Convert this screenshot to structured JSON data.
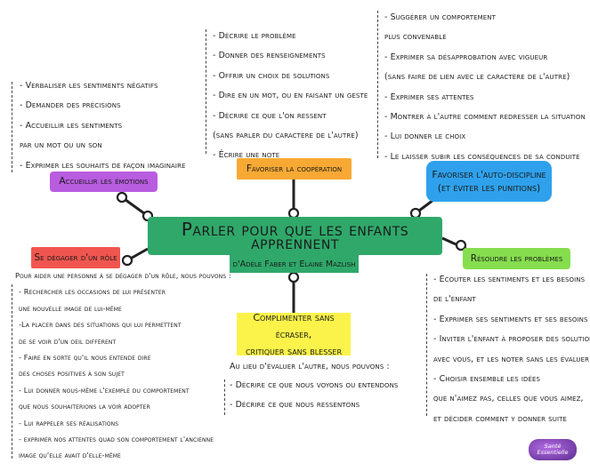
{
  "central": {
    "title": "Parler pour que les enfants apprennent",
    "subtitle": "d'Adèle Faber et Elaine Mazlish"
  },
  "branches": {
    "accueillir": {
      "label": "Accueillir les émotions",
      "items": [
        "- Verbaliser les sentiments négatifs",
        "- Demander des précisions",
        "- Accueillir les sentiments",
        "par un mot ou un son",
        "- Exprimer les souhaits de façon imaginaire"
      ]
    },
    "cooperation": {
      "label": "Favoriser la coopération",
      "items": [
        "- Décrire le problème",
        "- Donner des renseignements",
        "- Offrir un choix de solutions",
        "- Dire en un mot, ou en faisant un geste",
        "- Décrire ce que l'on ressent",
        "(sans parler du caractère de l'autre)",
        "- Écrire une note"
      ]
    },
    "autodiscipline": {
      "label_line1": "Favoriser l'auto-discipline",
      "label_line2": "(et éviter les punitions)",
      "items": [
        "- Suggérer un comportement",
        "plus convenable",
        "- Exprimer sa désapprobation avec vigueur",
        "(sans faire de lien avec le caractère de l'autre)",
        "- Exprimer ses attentes",
        "- Montrer à l'autre comment redresser la situation",
        "- Lui donner le choix",
        "- Le laisser subir les conséquences de sa conduite"
      ]
    },
    "role": {
      "label": "Se dégager d'un rôle",
      "items": [
        "Pour aider une personne à se dégager d'un rôle, nous pouvons :",
        "- Rechercher les occasions de lui présenter",
        "une nouvelle image de lui-même",
        "-La placer dans des situations qui lui permettent",
        "de se voir d'un oeil différent",
        "- Faire en sorte qu'il nous entende dire",
        "des choses positives à son sujet",
        "- Lui donner nous-même l'exemple du comportement",
        "que nous souhaiterions la voir adopter",
        "- Lui rappeler ses réalisations",
        "- exprimer nos attentes quad son comportement l'ancienne",
        "image qu'elle avait d'elle-même"
      ]
    },
    "complimenter": {
      "label_line1": "Complimenter sans écraser,",
      "label_line2": "critiquer sans blesser",
      "intro": "Au lieu d'évaluer l'autre, nous pouvons :",
      "items": [
        "- Décrire ce que nous voyons ou entendons",
        "- Décrire ce que nous ressentons"
      ]
    },
    "problemes": {
      "label": "Résoudre les problèmes",
      "items": [
        "- Ecouter les sentiments et les besoins",
        "de l'enfant",
        "- Exprimer ses sentiments et ses besoins",
        "- Inviter l'enfant à proposer des solutions",
        "avec vous, et les noter sans les évaluer",
        "- Choisir ensemble les idées",
        "que n'aimez pas, celles que vous aimez,",
        "et décider comment y donner suite"
      ]
    }
  },
  "logo": {
    "line1": "Santé",
    "line2": "Essentielle"
  },
  "colors": {
    "green": "#2fa86a",
    "purple": "#b85ce0",
    "orange": "#f7a934",
    "blue": "#2fa1ec",
    "red": "#f0564f",
    "yellow": "#fbf34a",
    "lime": "#86de4e"
  }
}
